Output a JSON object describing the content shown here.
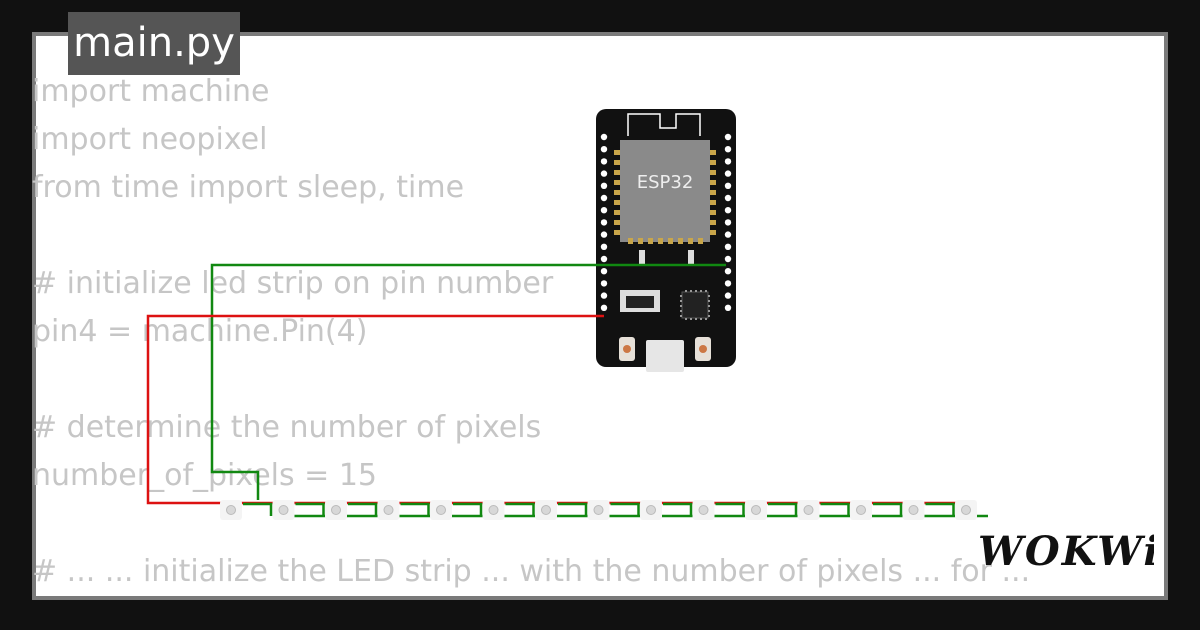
{
  "file_tab": {
    "label": "main.py"
  },
  "code_lines": [
    "import machine",
    "import neopixel",
    "from time import sleep, time",
    "",
    "# initialize led strip on pin number",
    "pin4 = machine.Pin(4)",
    "",
    "# determine the number of pixels",
    "number_of_pixels = 15",
    "",
    "# ... ... initialize the LED strip ... with the number of pixels ... for ..."
  ],
  "board": {
    "chip_label": "ESP32"
  },
  "led_strip": {
    "pixel_count": 15
  },
  "wires": {
    "data_color": "#118811",
    "power_color": "#dd1111"
  },
  "brand": {
    "logo_text": "WOKWi"
  }
}
